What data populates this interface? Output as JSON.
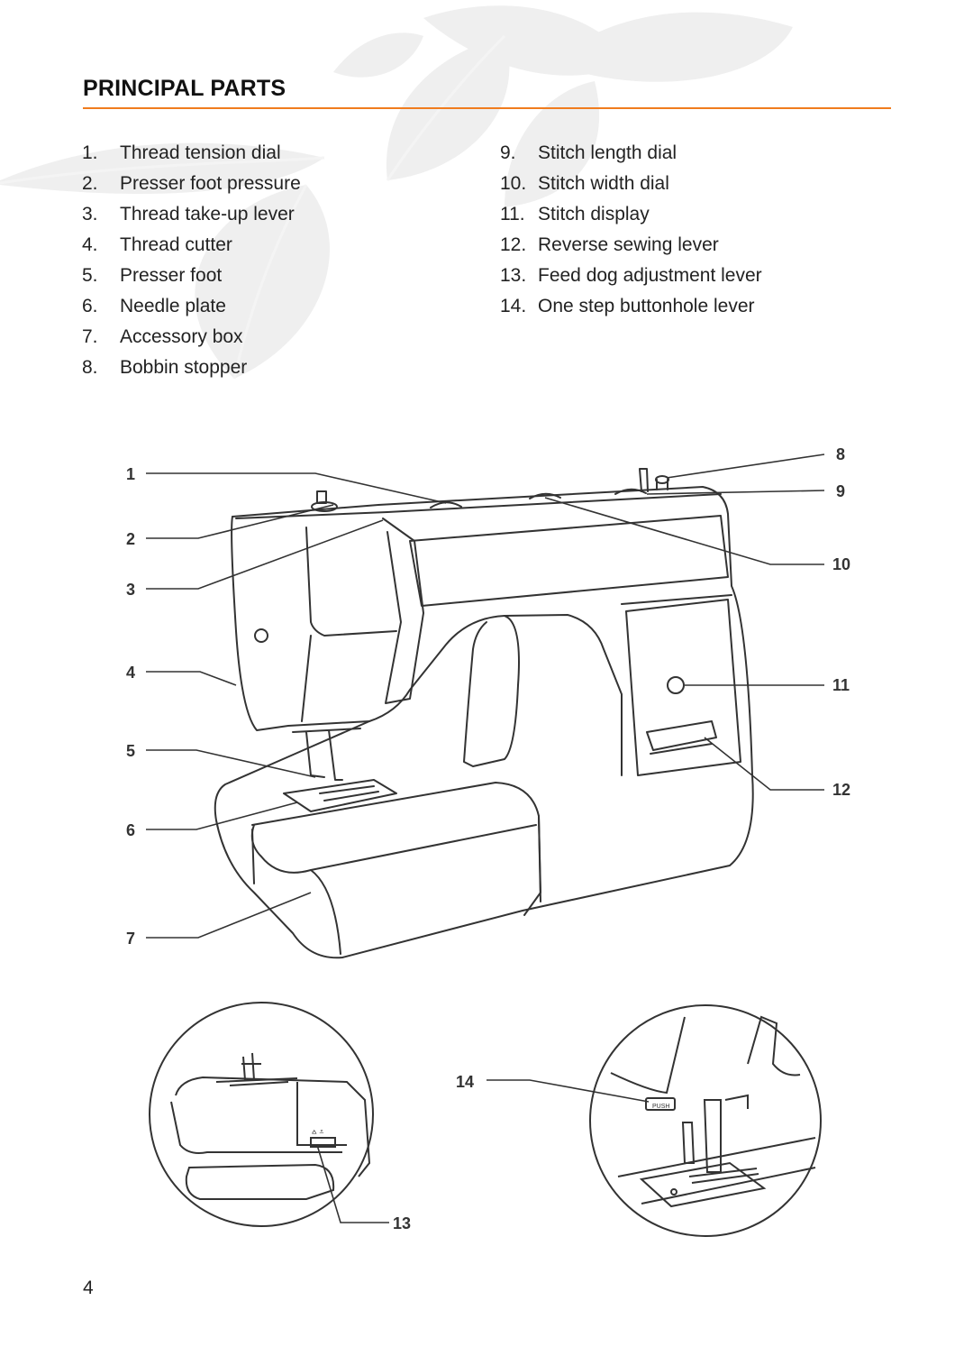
{
  "header": {
    "title": "PRINCIPAL PARTS"
  },
  "parts_left": [
    {
      "num": "1.",
      "label": "Thread tension dial"
    },
    {
      "num": "2.",
      "label": "Presser foot pressure"
    },
    {
      "num": "3.",
      "label": "Thread take-up lever"
    },
    {
      "num": "4.",
      "label": "Thread cutter"
    },
    {
      "num": "5.",
      "label": "Presser foot"
    },
    {
      "num": "6.",
      "label": "Needle plate"
    },
    {
      "num": "7.",
      "label": "Accessory box"
    },
    {
      "num": "8.",
      "label": "Bobbin stopper"
    }
  ],
  "parts_right": [
    {
      "num": "9.",
      "label": "Stitch length dial"
    },
    {
      "num": "10.",
      "label": "Stitch width dial"
    },
    {
      "num": "11.",
      "label": "Stitch display"
    },
    {
      "num": "12.",
      "label": "Reverse sewing lever"
    },
    {
      "num": "13.",
      "label": "Feed dog adjustment lever"
    },
    {
      "num": "14.",
      "label": "One step buttonhole lever"
    }
  ],
  "callouts": {
    "c1": "1",
    "c2": "2",
    "c3": "3",
    "c4": "4",
    "c5": "5",
    "c6": "6",
    "c7": "7",
    "c8": "8",
    "c9": "9",
    "c10": "10",
    "c11": "11",
    "c12": "12",
    "c13": "13",
    "c14": "14"
  },
  "detail_text": {
    "push_label": "PUSH"
  },
  "page_number": "4",
  "colors": {
    "accent_rule": "#f07c1e",
    "leaf_watermark": "#eeeeee"
  },
  "icons": {
    "background": "leaf-watermark-icon"
  }
}
